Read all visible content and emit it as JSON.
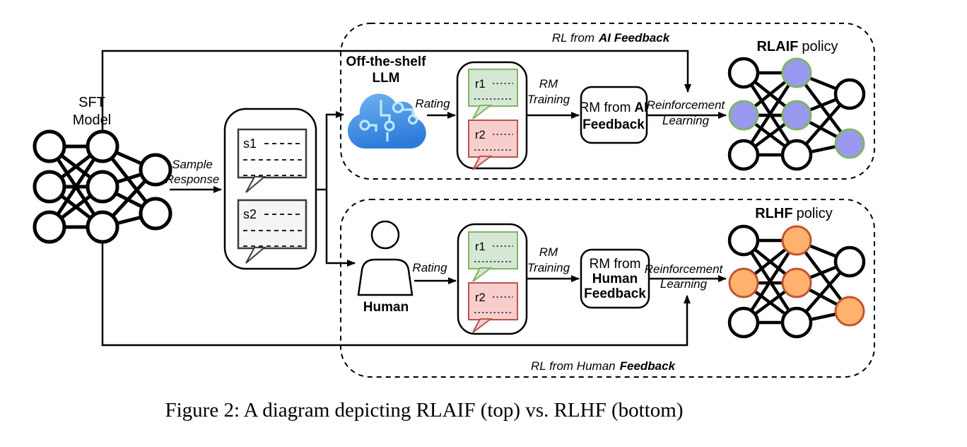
{
  "caption": "Figure 2: A diagram depicting RLAIF (top) vs. RLHF (bottom)",
  "sft_model": {
    "line1": "SFT",
    "line2": "Model"
  },
  "labels": {
    "sample_response": {
      "line1": "Sample",
      "line2": "Response"
    },
    "rating": "Rating",
    "rm_training": {
      "line1": "RM",
      "line2": "Training"
    },
    "reinforcement_learning": {
      "line1": "Reinforcement",
      "line2": "Learning"
    }
  },
  "samples": {
    "s1": "s1",
    "s2": "s2"
  },
  "responses": {
    "r1": "r1",
    "r2": "r2"
  },
  "rlaif": {
    "region_title": {
      "prefix": "RL from",
      "bold": "AI Feedback"
    },
    "llm": {
      "line1": "Off-the-shelf",
      "line2": "LLM"
    },
    "rm_box": {
      "line1_prefix": "RM from",
      "line1_bold": "AI",
      "line2_bold": "Feedback"
    },
    "policy": {
      "bold": "RLAIF",
      "rest": "policy"
    }
  },
  "rlhf": {
    "region_title": {
      "prefix": "RL from Human",
      "bold": "Feedback"
    },
    "human": "Human",
    "rm_box": {
      "line1": "RM from",
      "line2_bold": "Human",
      "line3_bold": "Feedback"
    },
    "policy": {
      "bold": "RLHF",
      "rest": "policy"
    }
  },
  "colors": {
    "rlaif_node_fill": "#9A99EF",
    "rlaif_node_stroke": "#82B366",
    "rlhf_node_fill": "#FFB26E",
    "rlhf_node_stroke": "#C2542E",
    "r1_fill": "#D5E8D4",
    "r1_stroke": "#82B366",
    "r2_fill": "#F8CECC",
    "r2_stroke": "#B85450",
    "cloud_top": "#6FB3F2",
    "cloud_bottom": "#2E7CD9",
    "cloud_circuit": "#BFE8FA"
  }
}
